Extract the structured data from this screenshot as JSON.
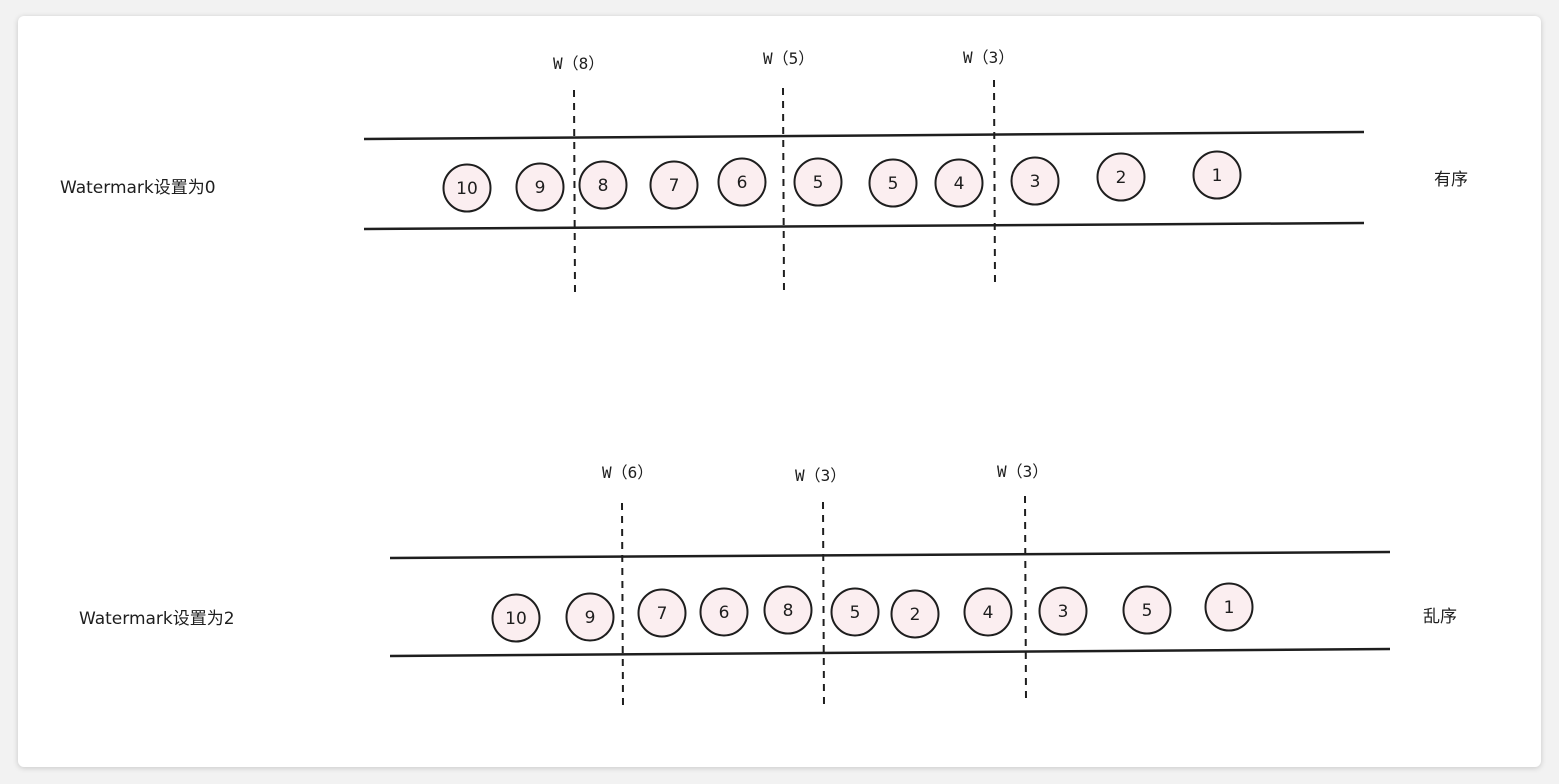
{
  "panels": [
    {
      "label": "Watermark设置为0",
      "side_label": "有序",
      "watermarks": [
        {
          "text": "W（8）"
        },
        {
          "text": "W（5）"
        },
        {
          "text": "W（3）"
        }
      ],
      "events": [
        "10",
        "9",
        "8",
        "7",
        "6",
        "5",
        "5",
        "4",
        "3",
        "2",
        "1"
      ]
    },
    {
      "label": "Watermark设置为2",
      "side_label": "乱序",
      "watermarks": [
        {
          "text": "W（6）"
        },
        {
          "text": "W（3）"
        },
        {
          "text": "W（3）"
        }
      ],
      "events": [
        "10",
        "9",
        "7",
        "6",
        "8",
        "5",
        "2",
        "4",
        "3",
        "5",
        "1"
      ]
    }
  ],
  "colors": {
    "stroke": "#1e1e1e",
    "event_fill": "#fbeef0",
    "background": "#ffffff"
  }
}
